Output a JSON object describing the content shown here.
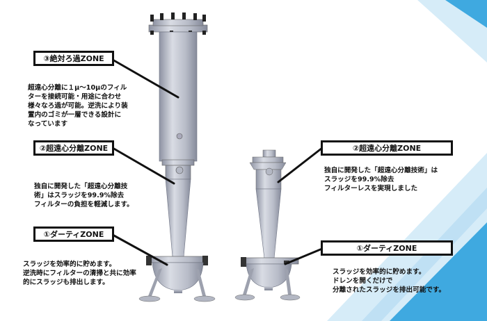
{
  "left_unit": {
    "zone3": {
      "label": "③絶対ろ過ZONE",
      "description": "超遠心分離に１μ～10μのフィル\nターを接続可能・用途に合わせ\n様々なろ過が可能。逆洗により装\n置内のゴミが一層できる設計に\nなっています"
    },
    "zone2": {
      "label": "②超遠心分離ZONE",
      "description": "独自に開発した「超遠心分離技\n術」はスラッジを99.9%除去\nフィルターの負担を軽減します。"
    },
    "zone1": {
      "label": "①ダーティZONE",
      "description": "スラッジを効率的に貯めます。\n逆洗時にフィルターの清掃と共に効率\n的にスラッジも排出します。"
    }
  },
  "right_unit": {
    "zone2": {
      "label": "②超遠心分離ZONE",
      "description": "独自に開発した「超遠心分離技術」は\nスラッジを99.9%除去\nフィルターレスを実現しました"
    },
    "zone1": {
      "label": "①ダーティZONE",
      "description": "スラッジを効率的に貯めます。\nドレンを開くだけで\n分離されたスラッジを排出可能です。"
    }
  },
  "colors": {
    "metal": "#bcc0cc",
    "metal_dark": "#8e93a3",
    "accent_blue": "#3fa9e0",
    "light_blue": "#cfe9f7"
  }
}
